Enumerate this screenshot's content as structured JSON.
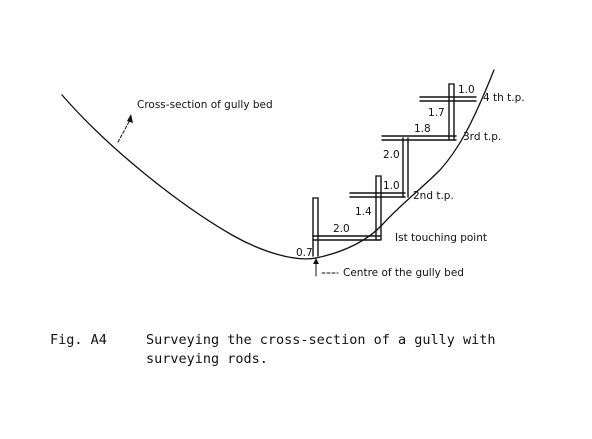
{
  "labels": {
    "cross_section": "Cross-section of gully bed",
    "centre": "Centre of the gully bed",
    "tp1": "Ist touching point",
    "tp2": "2nd t.p.",
    "tp3": "3rd t.p.",
    "tp4": "4 th t.p."
  },
  "measurements": {
    "rod1_height": "0.7",
    "rod1_width": "2.0",
    "rod2_height": "1.4",
    "rod2_width": "1.0",
    "rod3_height": "2.0",
    "rod3_width": "1.8",
    "rod4_height": "1.7",
    "rod4_width": "1.0"
  },
  "caption": {
    "figure_number": "Fig. A4",
    "line1": "Surveying the cross-section of a gully with",
    "line2": "surveying rods."
  }
}
